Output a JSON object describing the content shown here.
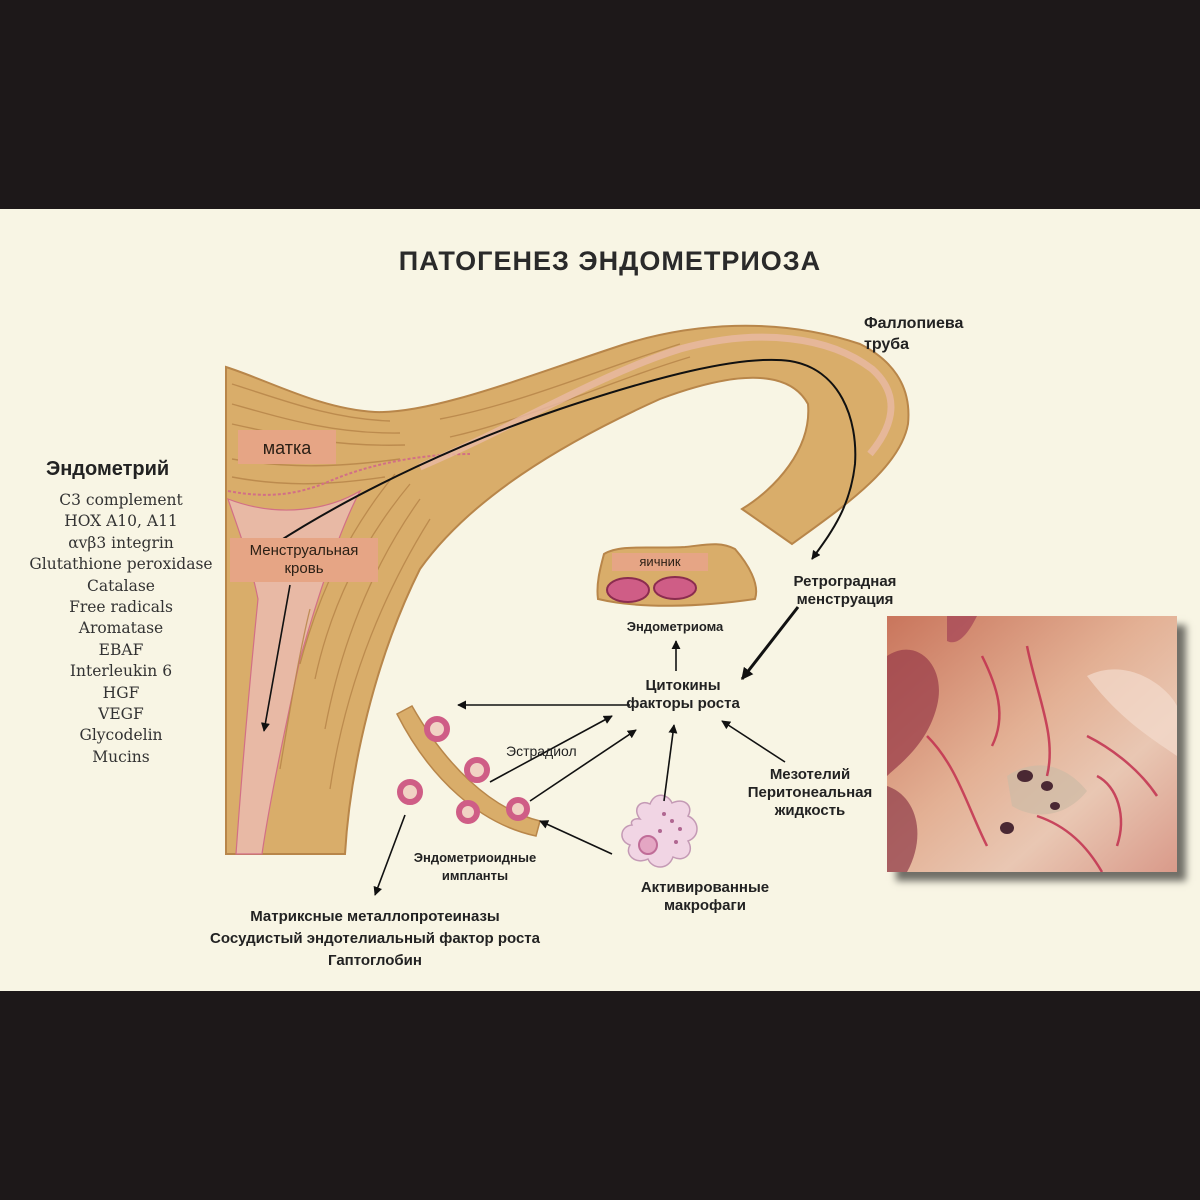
{
  "title": "ПАТОГЕНЕЗ  ЭНДОМЕТРИОЗА",
  "labels": {
    "fallopian_tube": [
      "Фаллопиева",
      "труба"
    ],
    "uterus": "матка",
    "menstrual_blood": [
      "Менструальная",
      "кровь"
    ],
    "ovary": "яичник",
    "endometrioma": "Эндометриома",
    "retrograde": [
      "Ретроградная",
      "менструация"
    ],
    "cytokines": [
      "Цитокины",
      "факторы роста"
    ],
    "estradiol": "Эстрадиол",
    "mesothelium": [
      "Мезотелий",
      "Перитонеальная",
      "жидкость"
    ],
    "implants": [
      "Эндометриоидные",
      "импланты"
    ],
    "macrophages": [
      "Активированные",
      "макрофаги"
    ],
    "products": [
      "Матриксные металлопротеиназы",
      "Сосудистый эндотелиальный фактор роста",
      "Гаптоглобин"
    ]
  },
  "endometrium": {
    "heading": "Эндометрий",
    "items": [
      "C3 complement",
      "HOX A10, A11",
      "αvβ3 integrin",
      "Glutathione peroxidase",
      "Catalase",
      "Free radicals",
      "Aromatase",
      "EBAF",
      "Interleukin 6",
      "HGF",
      "VEGF",
      "Glycodelin",
      "Mucins"
    ]
  },
  "colors": {
    "background": "#1d1819",
    "panel": "#f8f5e4",
    "tissue": "#d9ad6a",
    "tissue_edge": "#b8864a",
    "mucosa": "#e8b9a5",
    "label_box": "#e6a585",
    "implant": "#cf5d86",
    "arrow": "#111111"
  }
}
